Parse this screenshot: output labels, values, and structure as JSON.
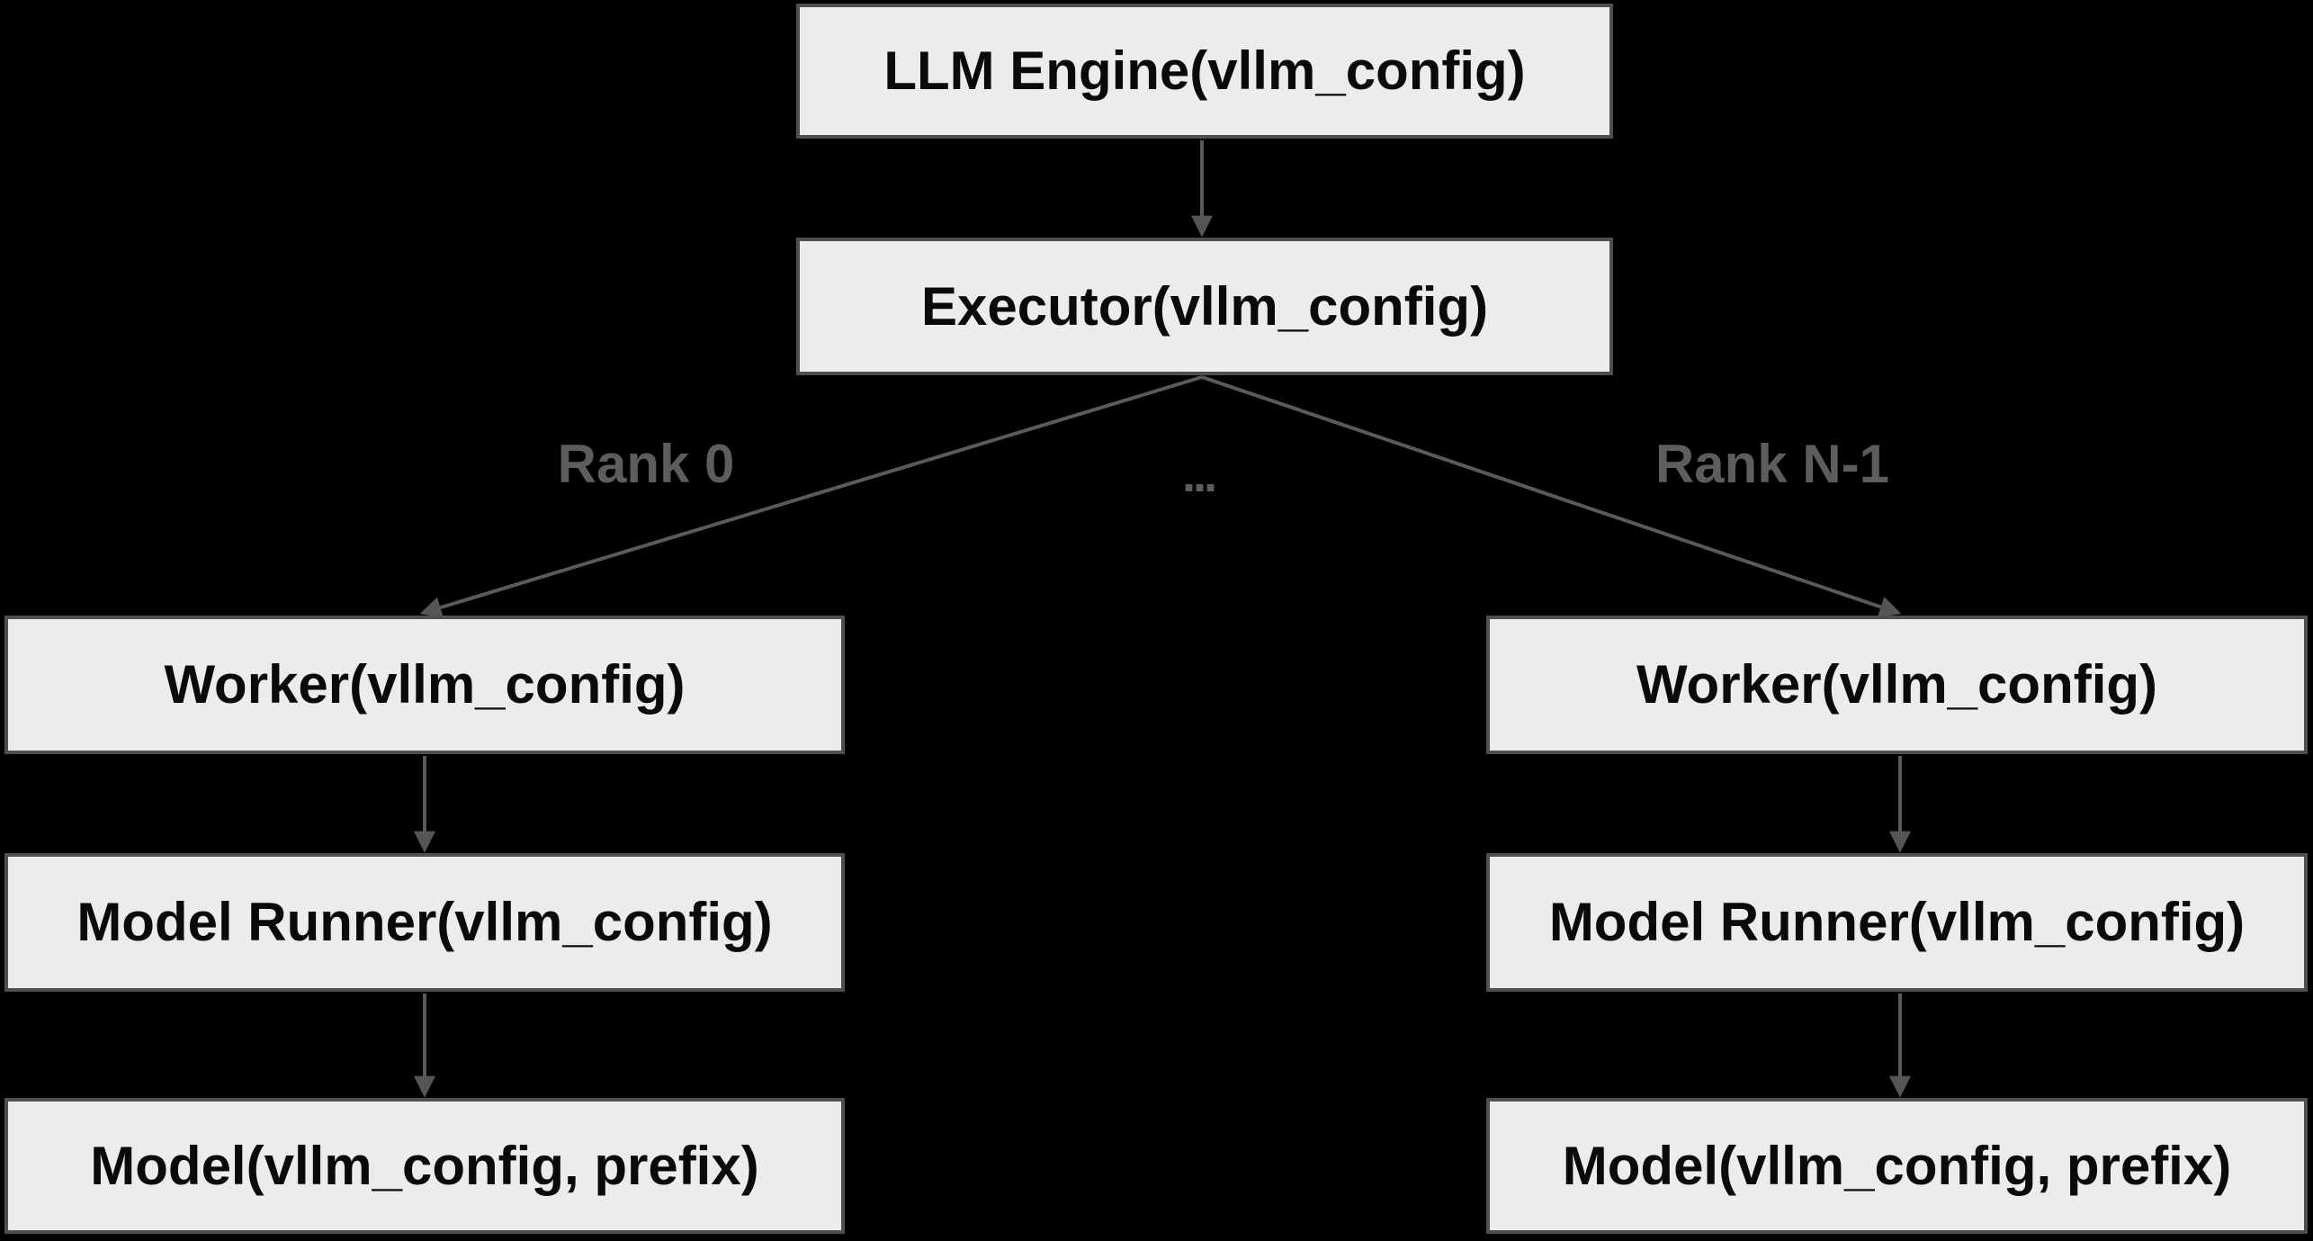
{
  "diagram": {
    "title": "LLM Engine architecture flowchart",
    "nodes": {
      "engine": {
        "label": "LLM Engine(vllm_config)"
      },
      "executor": {
        "label": "Executor(vllm_config)"
      },
      "worker_left": {
        "label": "Worker(vllm_config)"
      },
      "worker_right": {
        "label": "Worker(vllm_config)"
      },
      "runner_left": {
        "label": "Model Runner(vllm_config)"
      },
      "runner_right": {
        "label": "Model Runner(vllm_config)"
      },
      "model_left": {
        "label": "Model(vllm_config, prefix)"
      },
      "model_right": {
        "label": "Model(vllm_config, prefix)"
      }
    },
    "edge_labels": {
      "rank0": "Rank 0",
      "ellipsis": "...",
      "rankN": "Rank N-1"
    },
    "edges": [
      {
        "from": "engine",
        "to": "executor"
      },
      {
        "from": "executor",
        "to": "worker_left",
        "label": "Rank 0"
      },
      {
        "from": "executor",
        "to": "worker_right",
        "label": "Rank N-1"
      },
      {
        "from": "worker_left",
        "to": "runner_left"
      },
      {
        "from": "runner_left",
        "to": "model_left"
      },
      {
        "from": "worker_right",
        "to": "runner_right"
      },
      {
        "from": "runner_right",
        "to": "model_right"
      }
    ],
    "colors": {
      "background": "#000000",
      "node_fill": "#ececec",
      "node_border": "#4f4f4f",
      "node_text": "#0a0a0a",
      "edge_line": "#5a5a5a",
      "edge_label_text": "#5d5d5d"
    }
  }
}
